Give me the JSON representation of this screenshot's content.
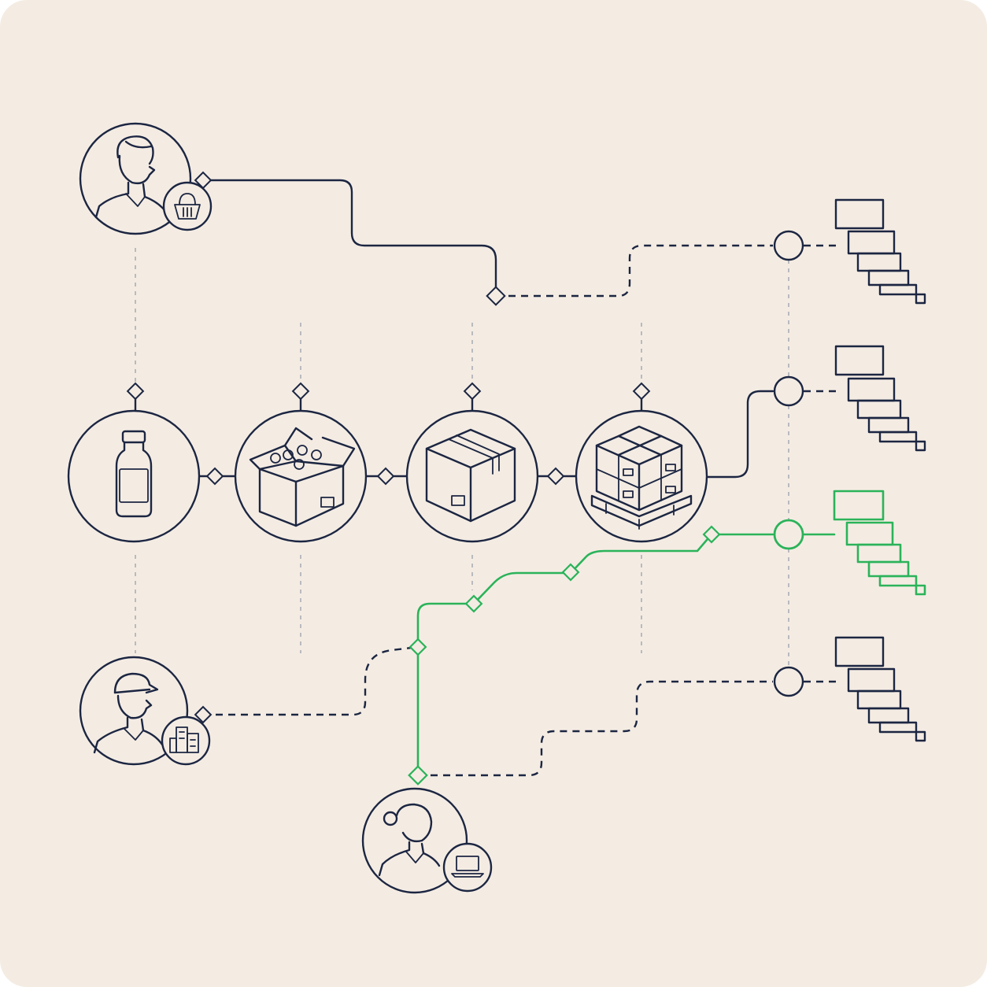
{
  "colors": {
    "background": "#f4ece3",
    "ink": "#1c2642",
    "highlight": "#2bb35a",
    "guide": "#9aa0aa"
  },
  "actors": [
    {
      "role": "customer",
      "badge": "basket-icon"
    },
    {
      "role": "warehouse-worker",
      "badge": "buildings-icon"
    },
    {
      "role": "office-worker",
      "badge": "laptop-icon"
    }
  ],
  "packaging_stages": [
    "bottle-icon",
    "open-case-icon",
    "sealed-box-icon",
    "pallet-icon"
  ],
  "outputs": [
    {
      "style": "dark"
    },
    {
      "style": "dark"
    },
    {
      "style": "green"
    },
    {
      "style": "dark"
    }
  ]
}
